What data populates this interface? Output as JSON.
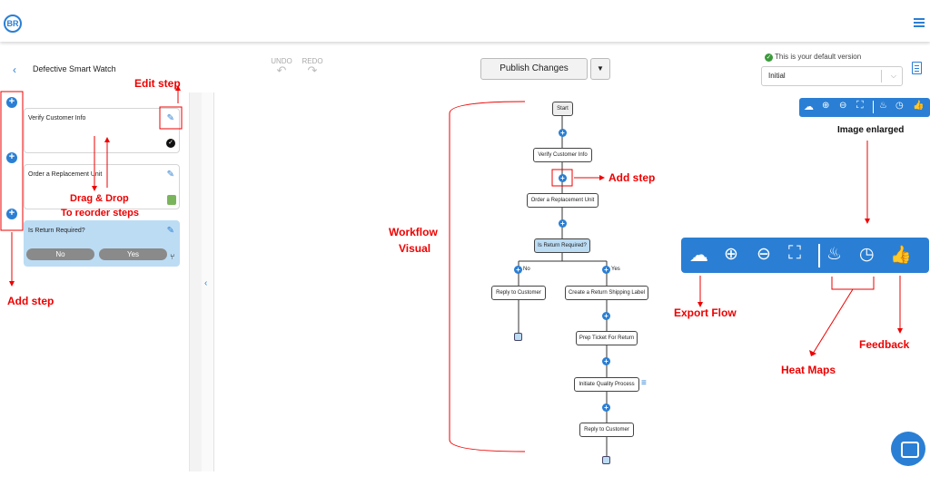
{
  "header": {
    "logo_text": "BR"
  },
  "toolbar": {
    "back_icon": "‹",
    "flow_name": "Defective Smart Watch",
    "undo_label": "UNDO",
    "redo_label": "REDO",
    "publish_label": "Publish Changes",
    "publish_dropdown_icon": "▼",
    "default_version_text": "This is your default version",
    "version_value": "Initial"
  },
  "steps": [
    {
      "label": "Verify Customer Info"
    },
    {
      "label": "Order a Replacement Unit"
    },
    {
      "label": "Is Return Required?",
      "branches": [
        "No",
        "Yes"
      ]
    }
  ],
  "workflow": {
    "nodes": {
      "start": "Start",
      "verify": "Verify Customer Info",
      "order": "Order a Replacement Unit",
      "return_required": "Is Return Required?",
      "reply1": "Reply to Customer",
      "label": "Create a Return Shipping Label",
      "prep": "Prep Ticket For Return",
      "quality": "Initiate Quality Process",
      "reply2": "Reply to Customer"
    },
    "branch_no": "No",
    "branch_yes": "Yes"
  },
  "annotations": {
    "edit_step": "Edit step",
    "drag_drop": "Drag & Drop",
    "reorder": "To reorder steps",
    "add_step_left": "Add step",
    "workflow_visual_1": "Workflow",
    "workflow_visual_2": "Visual",
    "add_step_canvas": "Add step",
    "image_enlarged": "Image enlarged",
    "export_flow": "Export Flow",
    "heat_maps": "Heat Maps",
    "feedback": "Feedback"
  },
  "colors": {
    "accent": "#2a7fd4",
    "annotation": "#e00000",
    "decision": "#bcdcf4"
  }
}
